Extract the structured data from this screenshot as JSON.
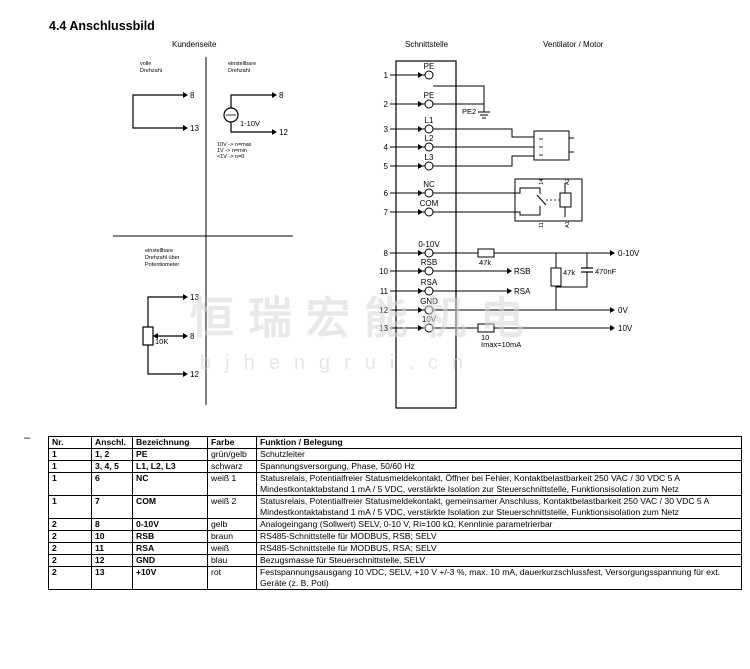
{
  "heading": "4.4 Anschlussbild",
  "labels": {
    "customer_side": "Kundenseite",
    "interface": "Schnittstelle",
    "fan_motor": "Ventilator / Motor",
    "full_speed": [
      "volle",
      "Drehzahl"
    ],
    "adjustable_speed": [
      "einstellbare",
      "Drehzahl"
    ],
    "adjustable_speed_poti": [
      "einstellbare",
      "Drehzahl über",
      "Potentiometer"
    ],
    "voltage_source": "1-10V",
    "speed_notes": [
      "10V -> n=max",
      "1V -> n=min",
      "<1V -> n=0"
    ],
    "poti_value": "10K",
    "pe2": "PE2",
    "resistor_47k": "47k",
    "resistor_47k_2": "47k",
    "cap_470nf": "470nF",
    "resistor_10": "10",
    "imax": "Imax=10mA",
    "relay_pin_14": "14",
    "relay_pin_11": "11",
    "relay_pin_a2": "A2",
    "relay_pin_a1": "A1"
  },
  "customer_terminals": {
    "full_speed": [
      "8",
      "13"
    ],
    "adjustable": [
      "8",
      "12"
    ],
    "poti": [
      "13",
      "8",
      "12"
    ]
  },
  "terminals": [
    {
      "num": "1",
      "label": "PE"
    },
    {
      "num": "2",
      "label": "PE"
    },
    {
      "num": "3",
      "label": "L1"
    },
    {
      "num": "4",
      "label": "L2"
    },
    {
      "num": "5",
      "label": "L3"
    },
    {
      "num": "6",
      "label": "NC"
    },
    {
      "num": "7",
      "label": "COM"
    },
    {
      "num": "8",
      "label": "0-10V"
    },
    {
      "num": "10",
      "label": "RSB"
    },
    {
      "num": "11",
      "label": "RSA"
    },
    {
      "num": "12",
      "label": "GND"
    },
    {
      "num": "13",
      "label": "10V"
    }
  ],
  "right_outputs": [
    "0-10V",
    "RSB",
    "RSA",
    "0V",
    "10V"
  ],
  "watermark": {
    "cn": "恒瑞宏能机电",
    "url": "bjhengrui.cn"
  },
  "table": {
    "headers": [
      "Nr.",
      "Anschl.",
      "Bezeichnung",
      "Farbe",
      "Funktion / Belegung"
    ],
    "rows": [
      [
        "1",
        "1, 2",
        "PE",
        "grün/gelb",
        "Schutzleiter"
      ],
      [
        "1",
        "3, 4, 5",
        "L1, L2, L3",
        "schwarz",
        "Spannungsversorgung, Phase, 50/60 Hz"
      ],
      [
        "1",
        "6",
        "NC",
        "weiß 1",
        "Statusrelais, Potentialfreier Statusmeldekontakt, Öffner bei Fehler, Kontaktbelastbarkeit 250 VAC / 30 VDC 5 A Mindestkontaktabstand 1 mA / 5 VDC, verstärkte Isolation zur Steuerschnittstelle, Funktionsisolation zum Netz"
      ],
      [
        "1",
        "7",
        "COM",
        "weiß 2",
        "Statusrelais, Potentialfreier Statusmeldekontakt, gemeinsamer Anschluss, Kontaktbelastbarkeit 250 VAC / 30 VDC 5 A Mindestkontaktabstand 1 mA / 5 VDC, verstärkte Isolation zur Steuerschnittstelle, Funktionsisolation zum Netz"
      ],
      [
        "2",
        "8",
        "0-10V",
        "gelb",
        "Analogeingang (Sollwert) SELV, 0-10 V, Ri=100 kΩ, Kennlinie parametrierbar"
      ],
      [
        "2",
        "10",
        "RSB",
        "braun",
        "RS485-Schnittstelle für MODBUS, RSB; SELV"
      ],
      [
        "2",
        "11",
        "RSA",
        "weiß",
        "RS485-Schnittstelle für MODBUS, RSA; SELV"
      ],
      [
        "2",
        "12",
        "GND",
        "blau",
        "Bezugsmasse für Steuerschnittstelle, SELV"
      ],
      [
        "2",
        "13",
        "+10V",
        "rot",
        "Festspannungsausgang 10 VDC, SELV, +10 V +/-3 %, max. 10 mA, dauerkurzschlussfest, Versorgungsspannung für ext. Geräte (z. B. Poti)"
      ]
    ]
  }
}
